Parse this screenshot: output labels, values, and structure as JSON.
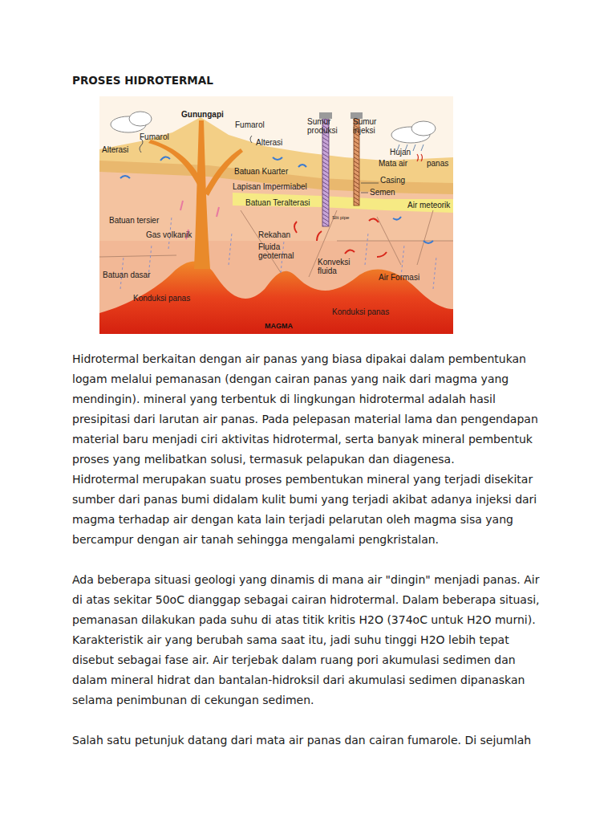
{
  "diagram": {
    "title": "PROSES HIDROTERMAL",
    "labels": [
      "Gunungapi",
      "Fumarol",
      "Alterasi",
      "Fumarol",
      "Alterasi",
      "Sumur produksi",
      "Sumur injeksi",
      "Hujan",
      "Mata air",
      "panas",
      "Batuan Kuarter",
      "Lapisan Impermiabel",
      "Casing",
      "Semen",
      "Batuan Teralterasi",
      "Air meteorik",
      "Slit pipe",
      "Batuan tersier",
      "Gas volkanik",
      "Rekahan",
      "Fluida geotermal",
      "Konveksi fluida",
      "Batuan dasar",
      "Air Formasi",
      "Konduksi panas",
      "Konduksi panas",
      "MAGMA",
      "Hidrotermal berkaitan dengan air panas yang biasa dipakai dalam pembentukan logam melalui pemanasan (dengan cairan panas yang naik dari magma yang mendingin). mineral yang terbentuk di lingkungan hidrotermal adalah hasil presipitasi dari larutan air panas. Pada pelepasan material lama dan pengendapan material baru menjadi ciri aktivitas hidrotermal, serta banyak mineral pembentuk proses yang melibatkan solusi, termasuk pelapukan dan diagenesa.",
      "Hidrotermal merupakan suatu proses pembentukan mineral yang terjadi disekitar sumber dari panas bumi didalam kulit bumi yang terjadi akibat adanya injeksi dari magma terhadap air dengan kata lain terjadi pelarutan oleh magma sisa yang bercampur dengan air tanah sehingga mengalami pengkristalan.",
      "Ada beberapa situasi geologi yang dinamis di mana air \"dingin\" menjadi panas. Air di atas sekitar 50oC dianggap sebagai cairan hidrotermal. Dalam beberapa situasi, pemanasan dilakukan pada suhu di atas titik kritis H2O (374oC untuk H2O murni). Karakteristik air yang berubah sama saat itu, jadi suhu tinggi H2O lebih tepat disebut sebagai fase air. Air terjebak dalam ruang pori akumulasi sedimen dan dalam mineral hidrat dan bantalan-hidroksil dari akumulasi sedimen dipanaskan selama penimbunan di cekungan sedimen.",
      "Salah satu petunjuk datang dari mata air panas dan cairan fumarole. Di sejumlah"
    ]
  }
}
